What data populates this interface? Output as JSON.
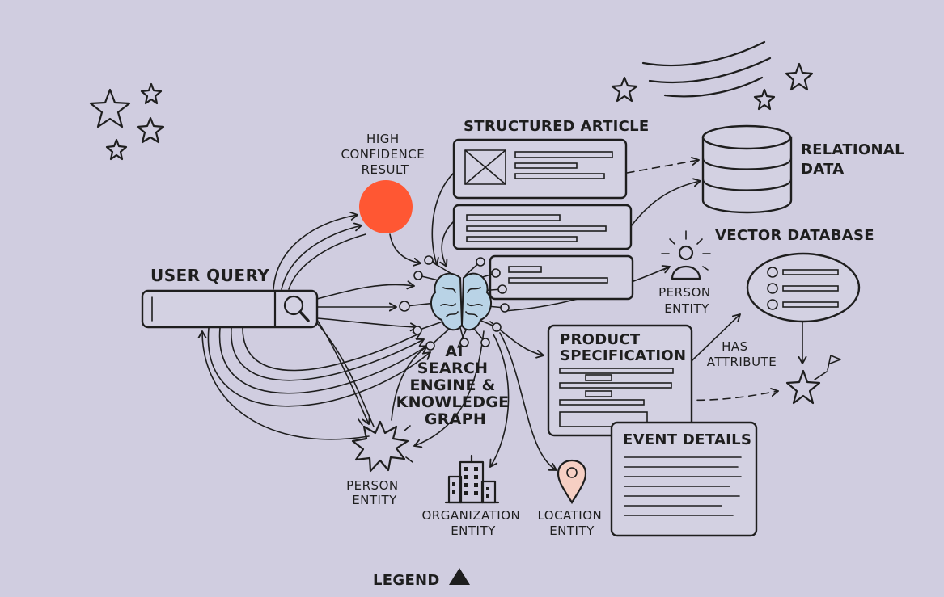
{
  "diagram": {
    "colors": {
      "background": "#d0cde0",
      "ink": "#1e1e1e",
      "highlight": "#ff5733",
      "brain_fill": "#b9d3e6",
      "pin_fill": "#f6cfc3"
    },
    "nodes": {
      "user_query": {
        "label": "User Query",
        "icon": "search-icon"
      },
      "high_confidence": {
        "label_lines": [
          "High",
          "Confidence",
          "Result"
        ]
      },
      "ai_engine": {
        "label_lines": [
          "AI",
          "Search",
          "Engine &",
          "Knowledge",
          "Graph"
        ],
        "icon": "brain-icon"
      },
      "structured_article": {
        "label": "Structured Article",
        "icon": "image-placeholder-icon"
      },
      "relational_data": {
        "label_lines": [
          "Relational",
          "Data"
        ],
        "icon": "database-icon"
      },
      "vector_database": {
        "label": "Vector Database",
        "icon": "list-bubble-icon"
      },
      "person_entity_right": {
        "label_lines": [
          "Person",
          "Entity"
        ],
        "icon": "person-icon"
      },
      "person_entity_left": {
        "label_lines": [
          "Person",
          "Entity"
        ],
        "icon": "starburst-icon"
      },
      "product_specification": {
        "label_lines": [
          "Product",
          "Specification"
        ]
      },
      "has_attribute": {
        "label_lines": [
          "Has",
          "Attribute"
        ]
      },
      "event_details": {
        "label": "Event Details"
      },
      "organization_entity": {
        "label_lines": [
          "Organization",
          "Entity"
        ],
        "icon": "building-icon"
      },
      "location_entity": {
        "label_lines": [
          "Location",
          "Entity"
        ],
        "icon": "map-pin-icon"
      }
    },
    "legend": {
      "label": "Legend",
      "icon": "triangle-icon"
    }
  }
}
